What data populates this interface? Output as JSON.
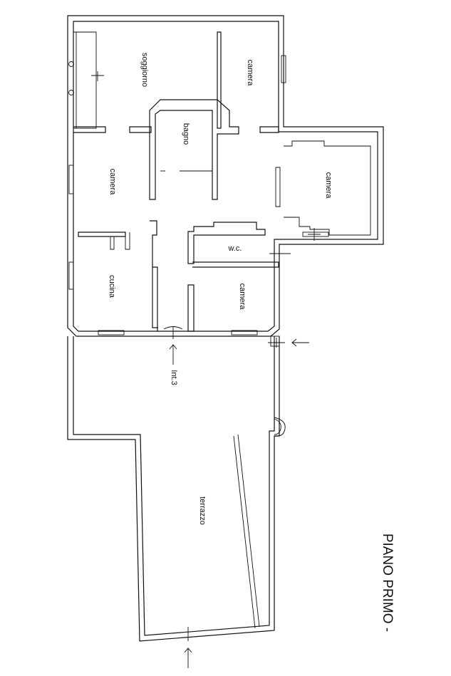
{
  "plan": {
    "title": "PIANO PRIMO -",
    "rooms": {
      "soggiorno": "soggiorno",
      "camera_top": "camera",
      "bagno": "bagno",
      "camera_left": "camera",
      "camera_right": "camera",
      "wc": "w.c.",
      "cucina": "cucina",
      "camera_bottom": "camera",
      "terrazzo": "terrazzo"
    },
    "entrance_label": "Int.3"
  }
}
